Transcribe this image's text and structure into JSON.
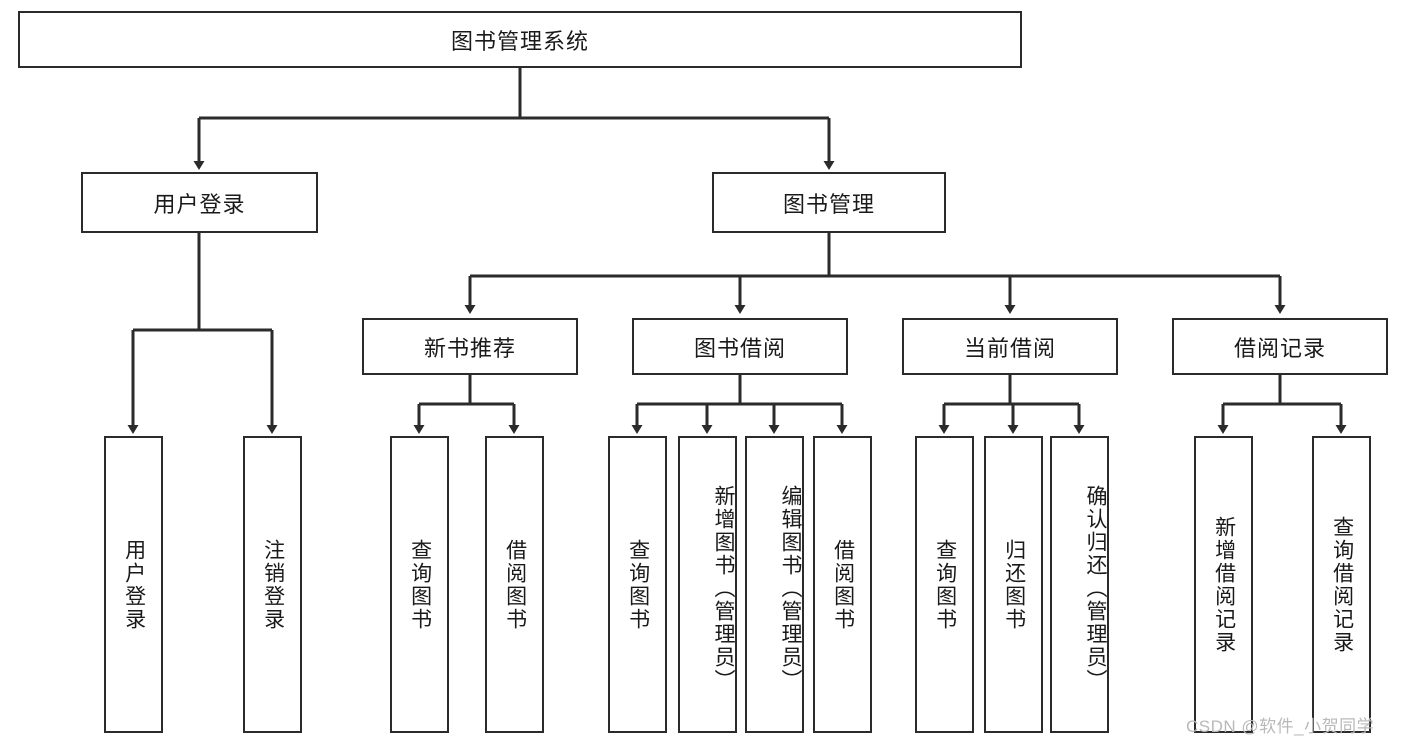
{
  "diagram": {
    "title": "图书管理系统",
    "type": "tree-hierarchy",
    "root": {
      "label": "图书管理系统"
    },
    "level2": [
      {
        "label": "用户登录"
      },
      {
        "label": "图书管理"
      }
    ],
    "level3": [
      {
        "label": "新书推荐"
      },
      {
        "label": "图书借阅"
      },
      {
        "label": "当前借阅"
      },
      {
        "label": "借阅记录"
      }
    ],
    "leaves": {
      "user_login": [
        {
          "label": "用户登录"
        },
        {
          "label": "注销登录"
        }
      ],
      "new_book_recommend": [
        {
          "label": "查询图书"
        },
        {
          "label": "借阅图书"
        }
      ],
      "book_borrow": [
        {
          "label": "查询图书"
        },
        {
          "label": "新增图书（管理员）"
        },
        {
          "label": "编辑图书（管理员）"
        },
        {
          "label": "借阅图书"
        }
      ],
      "current_borrow": [
        {
          "label": "查询图书"
        },
        {
          "label": "归还图书"
        },
        {
          "label": "确认归还（管理员）"
        }
      ],
      "borrow_record": [
        {
          "label": "新增借阅记录"
        },
        {
          "label": "查询借阅记录"
        }
      ]
    }
  },
  "watermark": {
    "text": "CSDN @软件_小贺同学"
  },
  "colors": {
    "stroke": "#2b2b2b",
    "background": "#ffffff",
    "text": "#1a1a1a",
    "watermark": "#b9b9b9"
  }
}
